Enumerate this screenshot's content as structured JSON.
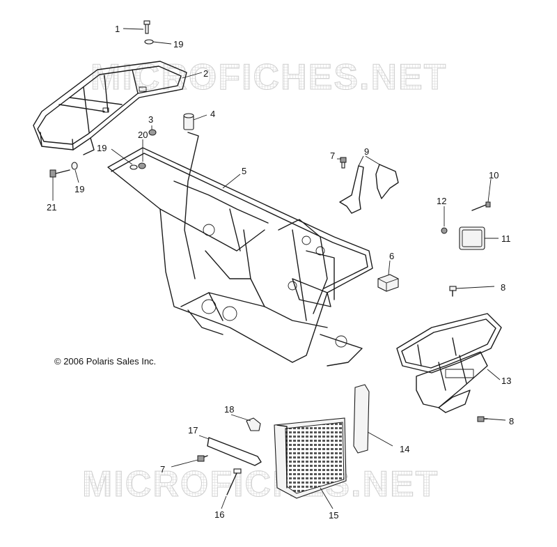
{
  "copyright": "© 2006 Polaris Sales Inc.",
  "watermark": "MICROFICHES.NET",
  "callouts": [
    {
      "id": "c1",
      "label": "1"
    },
    {
      "id": "c19a",
      "label": "19"
    },
    {
      "id": "c2",
      "label": "2"
    },
    {
      "id": "c3",
      "label": "3"
    },
    {
      "id": "c4",
      "label": "4"
    },
    {
      "id": "c20",
      "label": "20"
    },
    {
      "id": "c19b",
      "label": "19"
    },
    {
      "id": "c19c",
      "label": "19"
    },
    {
      "id": "c21",
      "label": "21"
    },
    {
      "id": "c5",
      "label": "5"
    },
    {
      "id": "c7a",
      "label": "7"
    },
    {
      "id": "c9",
      "label": "9"
    },
    {
      "id": "c10",
      "label": "10"
    },
    {
      "id": "c12",
      "label": "12"
    },
    {
      "id": "c11",
      "label": "11"
    },
    {
      "id": "c6",
      "label": "6"
    },
    {
      "id": "c8a",
      "label": "8"
    },
    {
      "id": "c13",
      "label": "13"
    },
    {
      "id": "c8b",
      "label": "8"
    },
    {
      "id": "c18",
      "label": "18"
    },
    {
      "id": "c17",
      "label": "17"
    },
    {
      "id": "c14",
      "label": "14"
    },
    {
      "id": "c7b",
      "label": "7"
    },
    {
      "id": "c16",
      "label": "16"
    },
    {
      "id": "c15",
      "label": "15"
    }
  ],
  "colors": {
    "line": "#1a1a1a",
    "watermark": "#cfcfcf",
    "background": "#ffffff"
  }
}
